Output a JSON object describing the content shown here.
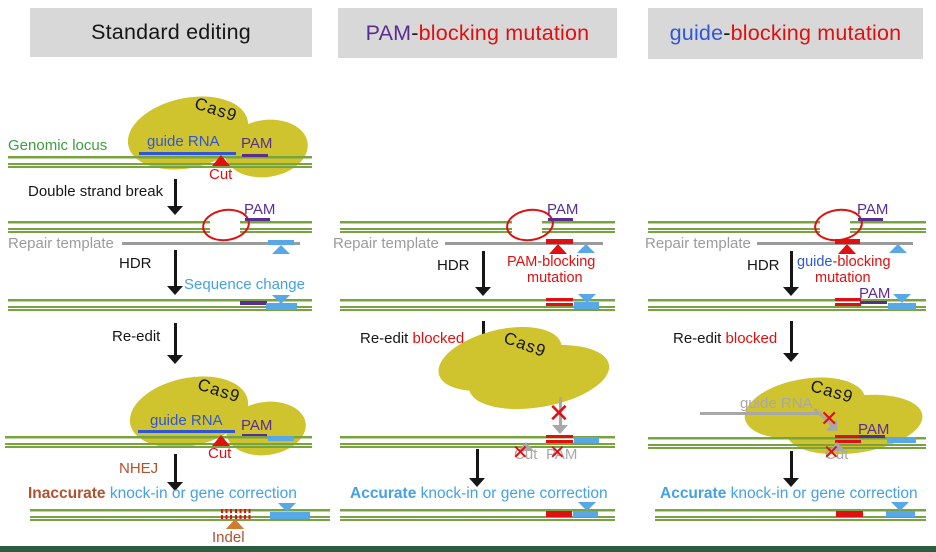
{
  "headers": {
    "col1": "Standard editing",
    "col2_prefix": "PAM",
    "col2_hyphen": "-",
    "col2_rest": "blocking mutation",
    "col3_prefix": "guide",
    "col3_hyphen": "-",
    "col3_rest": "blocking mutation"
  },
  "labels": {
    "genomic_locus": "Genomic locus",
    "cas9": "Cas9",
    "guide_rna": "guide RNA",
    "pam": "PAM",
    "cut": "Cut",
    "double_strand_break": "Double strand break",
    "repair_template": "Repair template",
    "hdr": "HDR",
    "sequence_change": "Sequence change",
    "re_edit": "Re-edit",
    "blocked": "blocked",
    "nhej": "NHEJ",
    "inaccurate": "Inaccurate",
    "accurate": "Accurate",
    "knock_in": "knock-in or gene correction",
    "indel": "Indel",
    "pam_blocking": "PAM-blocking",
    "guide_word": "guide",
    "blocking_suffix": "-blocking",
    "mutation": "mutation",
    "x_mark": "✕"
  },
  "colors": {
    "dna_green": "#78a440",
    "genomic_text_green": "#3e9e3e",
    "cas9_yellow": "#cfc32e",
    "guide_blue": "#3056d8",
    "light_blue": "#45a1e4",
    "pam_purple": "#5c2d91",
    "red": "#e01010",
    "template_gray": "#9b9b9b",
    "blocked_gray": "#a8a8a8",
    "nhej_brick": "#b0512f",
    "indel_orange": "#d07b2e",
    "header_bg": "#d8d8d8",
    "bottom_bar_green": "#2e5c40"
  }
}
